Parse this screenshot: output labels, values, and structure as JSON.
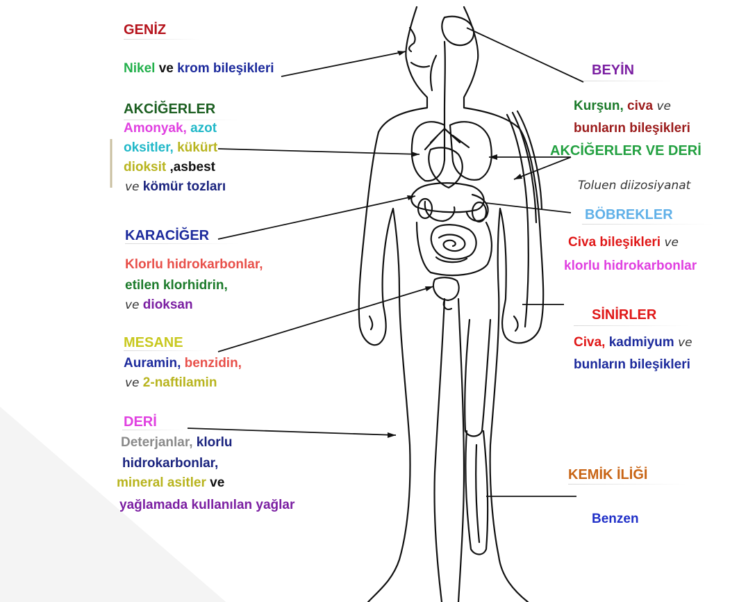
{
  "labels": {
    "geniz": {
      "title": "GENİZ",
      "w1": "Nikel",
      "w2": " ve ",
      "w3": "krom",
      "w4": " bileşikleri"
    },
    "akciger": {
      "title": "AKCİĞERLER",
      "l1a": "Amonyak,",
      "l1b": " azot",
      "l2a": "oksitler,",
      "l2b": " kükürt",
      "l3a": "dioksit",
      "l3b": " ,asbest",
      "l4a": "ve",
      "l4b": "  kömür tozları"
    },
    "karaciger": {
      "title": "KARACİĞER",
      "l1": "Klorlu hidrokarbonlar,",
      "l2": "etilen klorhidrin,",
      "l3a": "ve",
      "l3b": " dioksan"
    },
    "mesane": {
      "title": "MESANE",
      "l1a": "Auramin,",
      "l1b": " benzidin,",
      "l2a": "ve",
      "l2b": "  2-naftilamin"
    },
    "deri": {
      "title": "DERİ",
      "l1a": "Deterjanlar,",
      "l1b": " klorlu",
      "l2": "hidrokarbonlar,",
      "l3a": "mineral asitler",
      "l3b": "  ve",
      "l4": "yağlamada kullanılan yağlar"
    },
    "beyin": {
      "title": "BEYİN",
      "l1a": "Kurşun,",
      "l1b": " civa",
      "l1c": " ve",
      "l2": "bunların bileşikleri"
    },
    "akcigerderi": {
      "title": "AKCİĞERLER VE DERİ",
      "l1": "Toluen diizosiyanat"
    },
    "bobrekler": {
      "title": "BÖBREKLER",
      "l1a": "Civa bileşikleri",
      "l1b": " ve",
      "l2": "klorlu hidrokarbonlar"
    },
    "sinirler": {
      "title": "SİNİRLER",
      "l1a": "Civa,",
      "l1b": " kadmiyum",
      "l1c": " ve",
      "l2": "bunların bileşikleri"
    },
    "kemik": {
      "title": "KEMİK İLİĞİ",
      "l1": "Benzen"
    }
  },
  "colors": {
    "title_red": "#b5121b",
    "green": "#22b04b",
    "blue": "#1c2a9c",
    "dark_green": "#1b5e20",
    "magenta": "#e040e0",
    "cyan": "#20b8c8",
    "olive": "#b8b41e",
    "salmon": "#e8504a",
    "purple": "#7b1fa2",
    "navy": "#1a237e",
    "mustard": "#c8c81e",
    "gray": "#8a8a8a",
    "dark_red": "#9b1b1b",
    "light_blue": "#5fb0e8",
    "orange": "#c86414",
    "royal_blue": "#2030c8"
  }
}
